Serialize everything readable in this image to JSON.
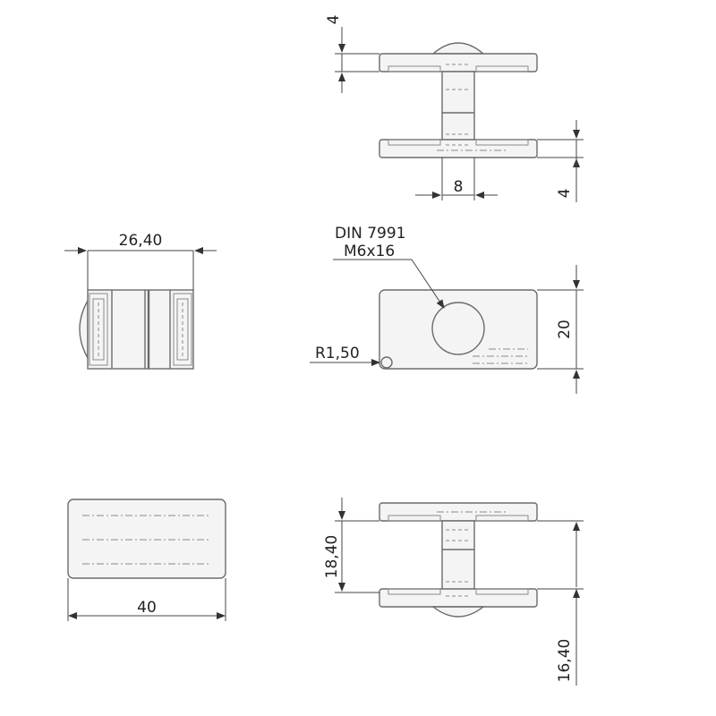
{
  "drawing": {
    "top_view": {
      "dim_top": "4",
      "dim_web": "8",
      "dim_bottom": "4"
    },
    "side_view": {
      "dim_width": "26,40"
    },
    "front_view": {
      "callout_line1": "DIN 7991",
      "callout_line2": "M6x16",
      "radius": "R1,50",
      "height": "20"
    },
    "plan_view": {
      "length": "40"
    },
    "bottom_view": {
      "dim_left": "18,40",
      "dim_right": "16,40"
    }
  }
}
